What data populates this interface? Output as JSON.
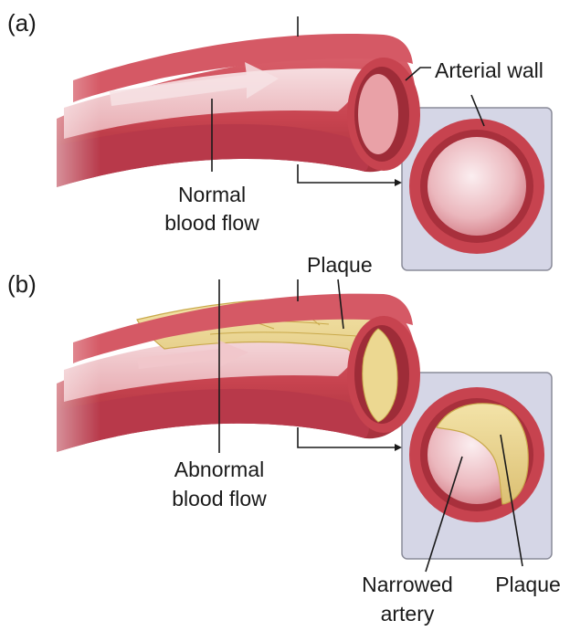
{
  "panels": [
    {
      "letter": "(a)",
      "labels": {
        "arterial_wall": "Arterial wall",
        "flow_line1": "Normal",
        "flow_line2": "blood flow"
      }
    },
    {
      "letter": "(b)",
      "labels": {
        "plaque_top": "Plaque",
        "flow_line1": "Abnormal",
        "flow_line2": "blood flow",
        "narrowed_line1": "Narrowed",
        "narrowed_line2": "artery",
        "plaque_cross": "Plaque"
      }
    }
  ],
  "colors": {
    "artery_outer": "#c7434f",
    "artery_dark": "#a8303c",
    "artery_inner": "#e9a1a7",
    "lumen": "#f3d2d5",
    "plaque": "#ecd891",
    "plaque_edge": "#c9a94b",
    "box_fill": "#d5d6e6",
    "box_stroke": "#8a8b99"
  }
}
